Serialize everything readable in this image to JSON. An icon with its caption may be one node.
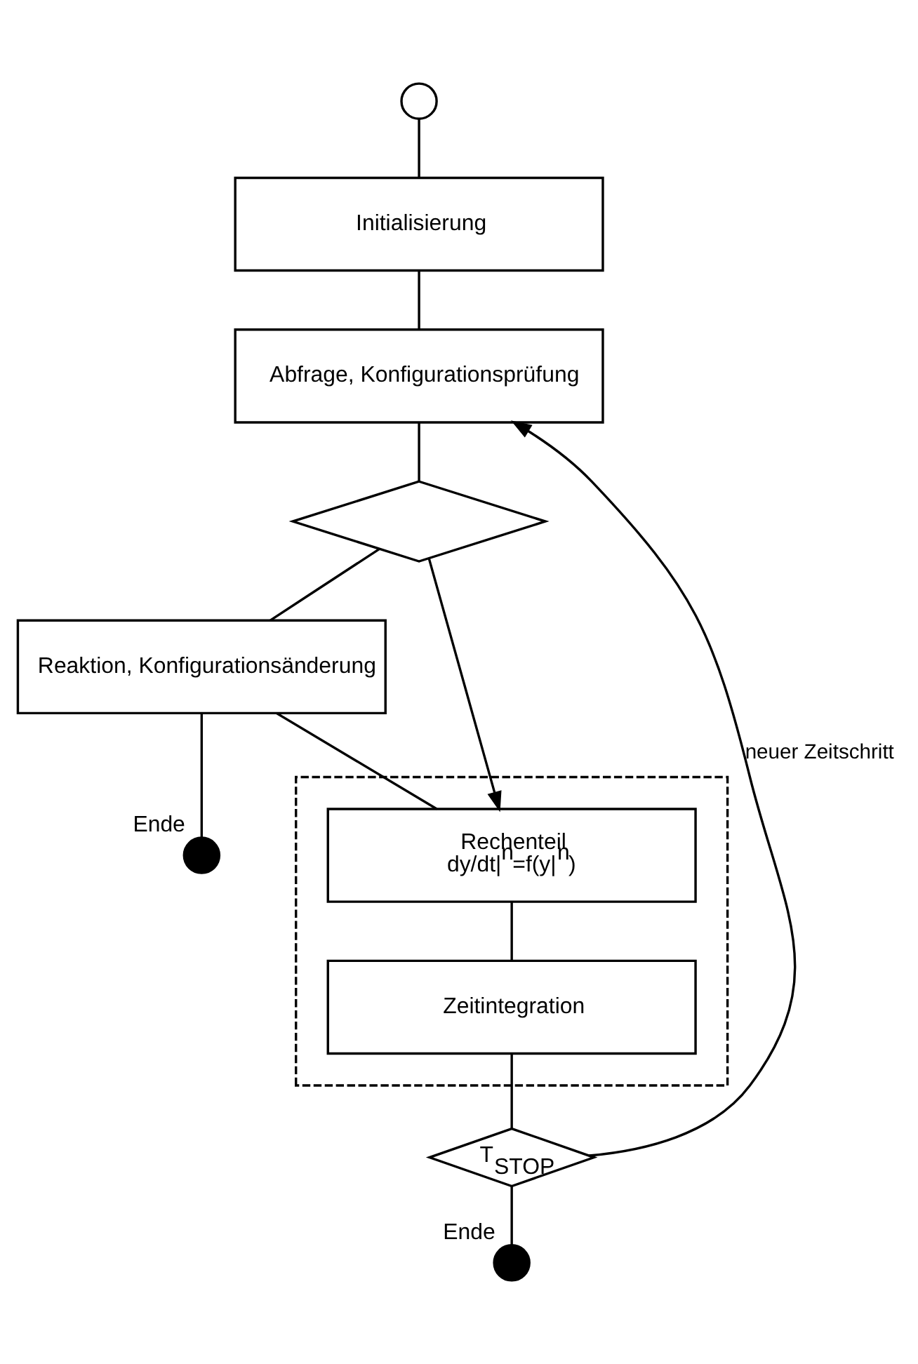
{
  "diagram": {
    "nodes": [
      {
        "text": [],
        "shape": "circle"
      },
      {
        "text": [
          "Initialisierung"
        ]
      },
      {
        "text": [
          "Abfrage, Konfigurationsprüfung"
        ]
      },
      {
        "text": [],
        "shape": "diamond"
      },
      {
        "text": [
          "Reaktion, Konfigurationsänderung"
        ]
      },
      {
        "text": [],
        "shape": "circle",
        "beside": [
          "Ende"
        ]
      },
      {
        "text": [],
        "shape": "box"
      },
      {
        "text": [
          "Rechenteil",
          "dy/dt|$^{n}$=f(y|$^{n}$)"
        ],
        "in": 6
      },
      {
        "text": [
          "Zeitintegration"
        ],
        "in": 6
      },
      {
        "text": [
          "T$_{STOP}$"
        ]
      },
      {
        "text": [],
        "shape": "circle",
        "beside": [
          "Ende"
        ]
      }
    ],
    "edges": [
      {
        "from": 0,
        "to": 1,
        "arrow": "none"
      },
      {
        "from": 1,
        "to": 2,
        "arrow": "none"
      },
      {
        "from": 2,
        "to": 3,
        "arrow": "none"
      },
      {
        "from": 3,
        "to": 4,
        "arrow": "none"
      },
      {
        "from": 3,
        "to": 7,
        "arrow": "to"
      },
      {
        "from": 4,
        "to": 5,
        "arrow": "none"
      },
      {
        "from": 4,
        "to": 7,
        "arrow": "none"
      },
      {
        "from": 7,
        "to": 8,
        "arrow": "none"
      },
      {
        "from": 8,
        "to": 9,
        "arrow": "none"
      },
      {
        "from": 9,
        "to": 10,
        "arrow": "none"
      },
      {
        "from": 9,
        "to": 2,
        "arrow": "to",
        "label": "neuer Zeitschritt"
      }
    ]
  }
}
